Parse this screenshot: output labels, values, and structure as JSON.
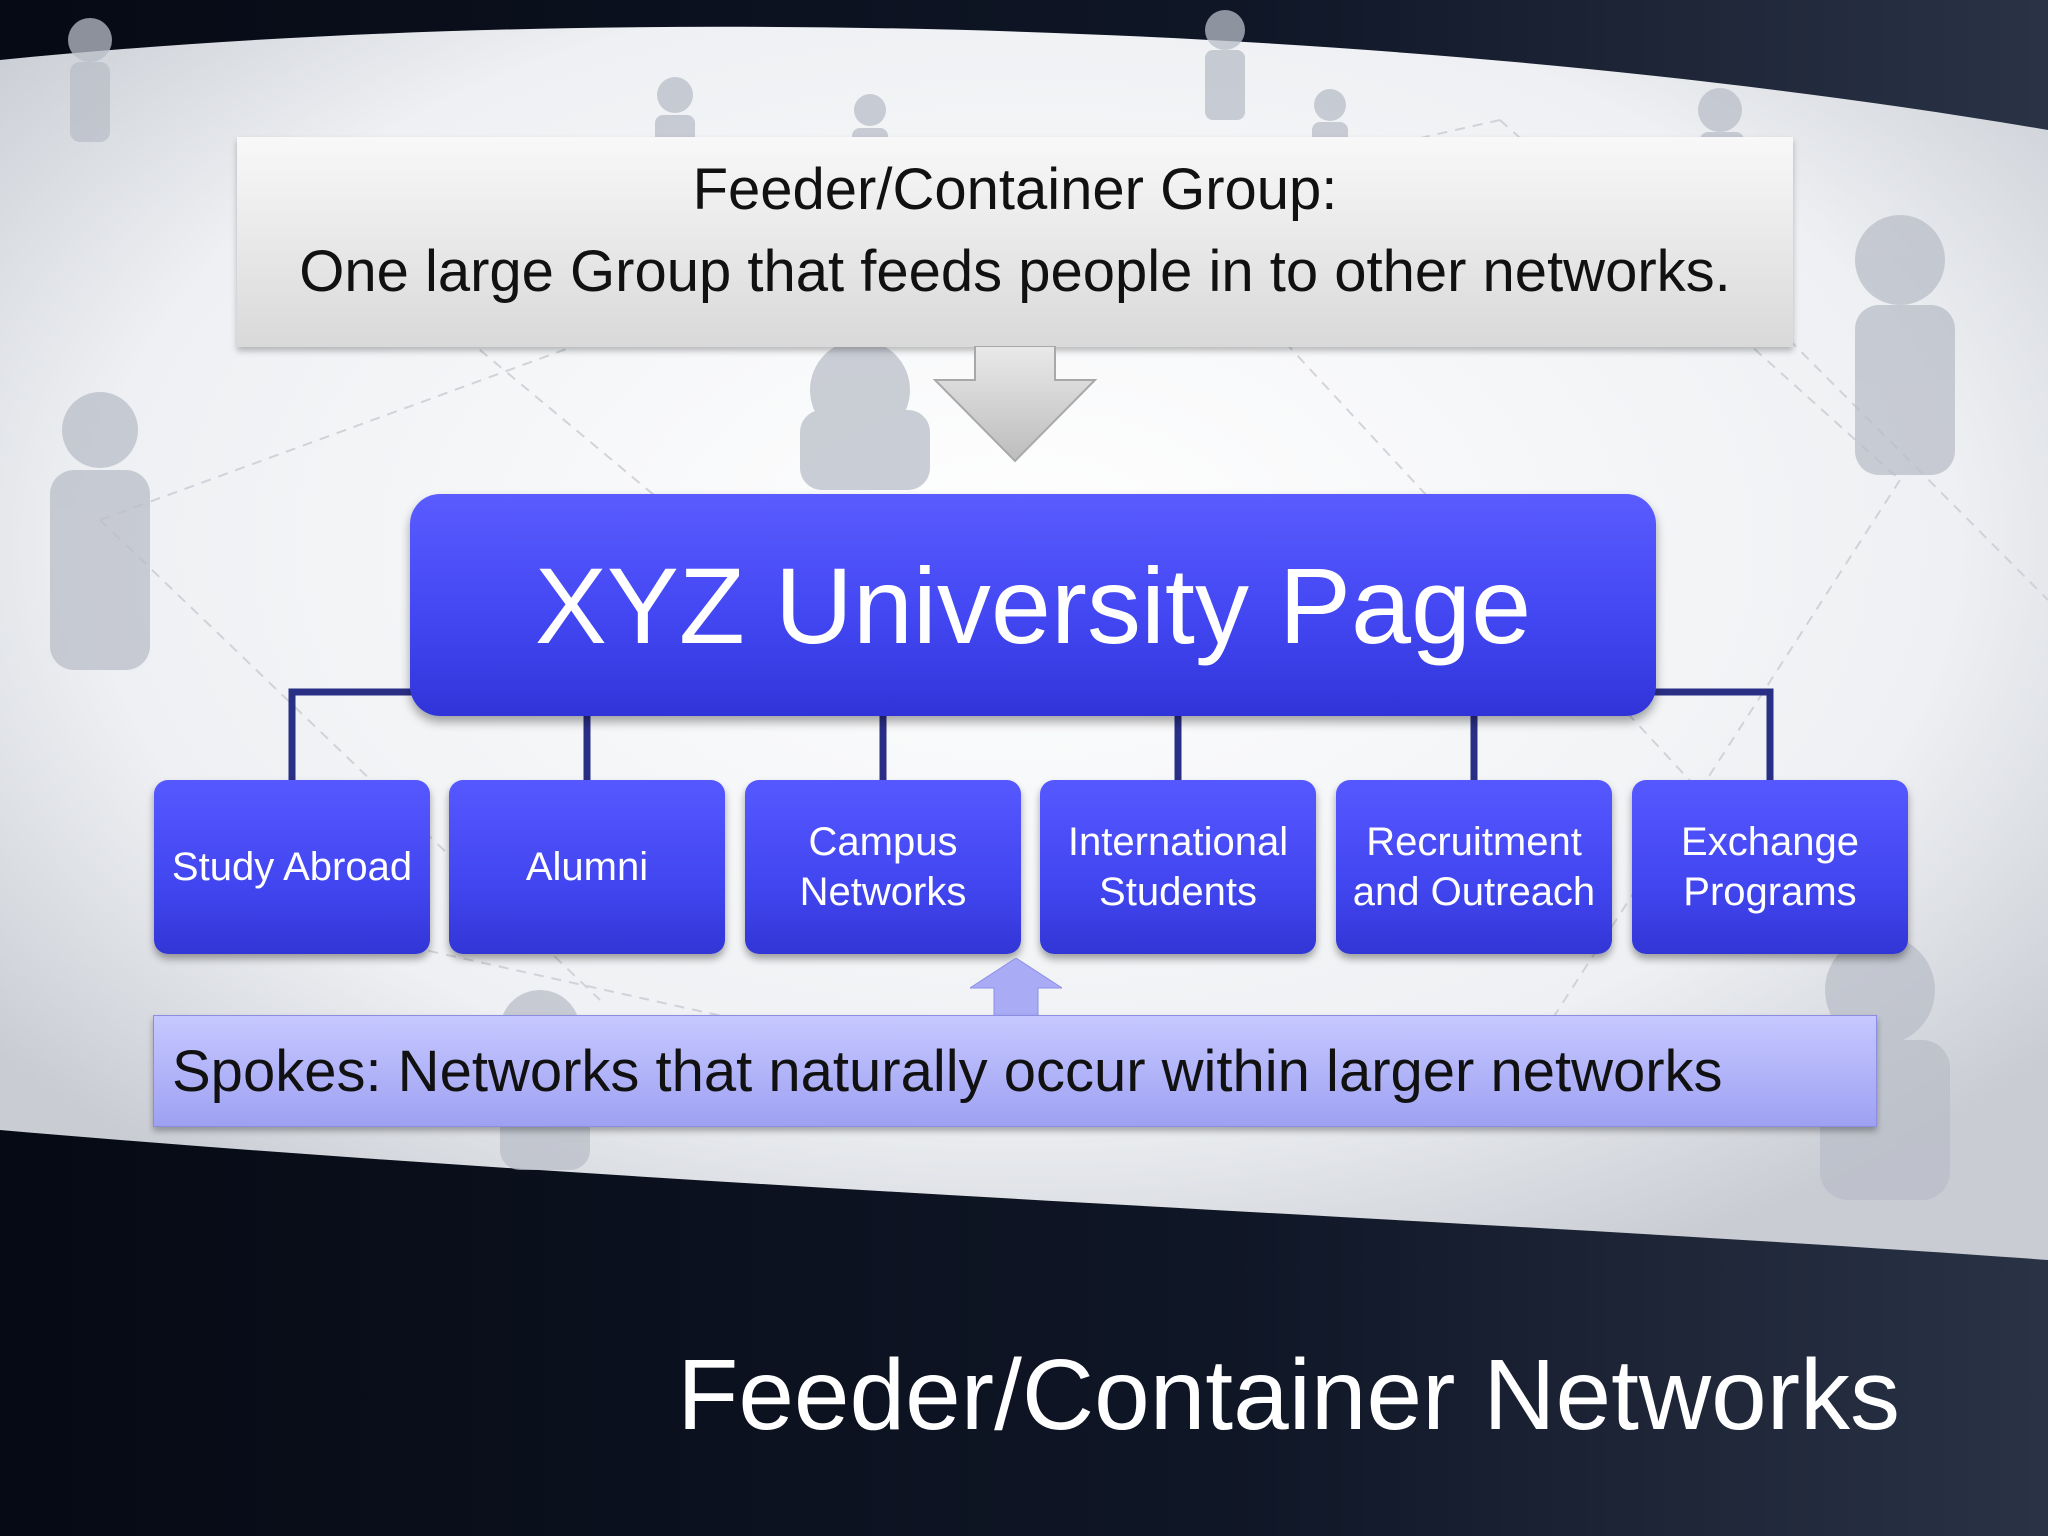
{
  "callout": {
    "line1": "Feeder/Container Group:",
    "line2": "One large Group that feeds people in to other networks."
  },
  "root": {
    "label": "XYZ University Page"
  },
  "children": [
    {
      "label": "Study Abroad"
    },
    {
      "label": "Alumni"
    },
    {
      "label": "Campus Networks"
    },
    {
      "label": "International Students"
    },
    {
      "label": "Recruitment and Outreach"
    },
    {
      "label": "Exchange Programs"
    }
  ],
  "spokes": {
    "label": "Spokes: Networks that naturally occur within larger networks"
  },
  "title": {
    "text": "Feeder/Container Networks"
  },
  "colors": {
    "box_blue": "#4447f2",
    "connector": "#2a2f86",
    "callout_gray": "#e6e6e6",
    "spokes_lavender": "#b4b6fa",
    "dark_band": "#0d1220"
  }
}
